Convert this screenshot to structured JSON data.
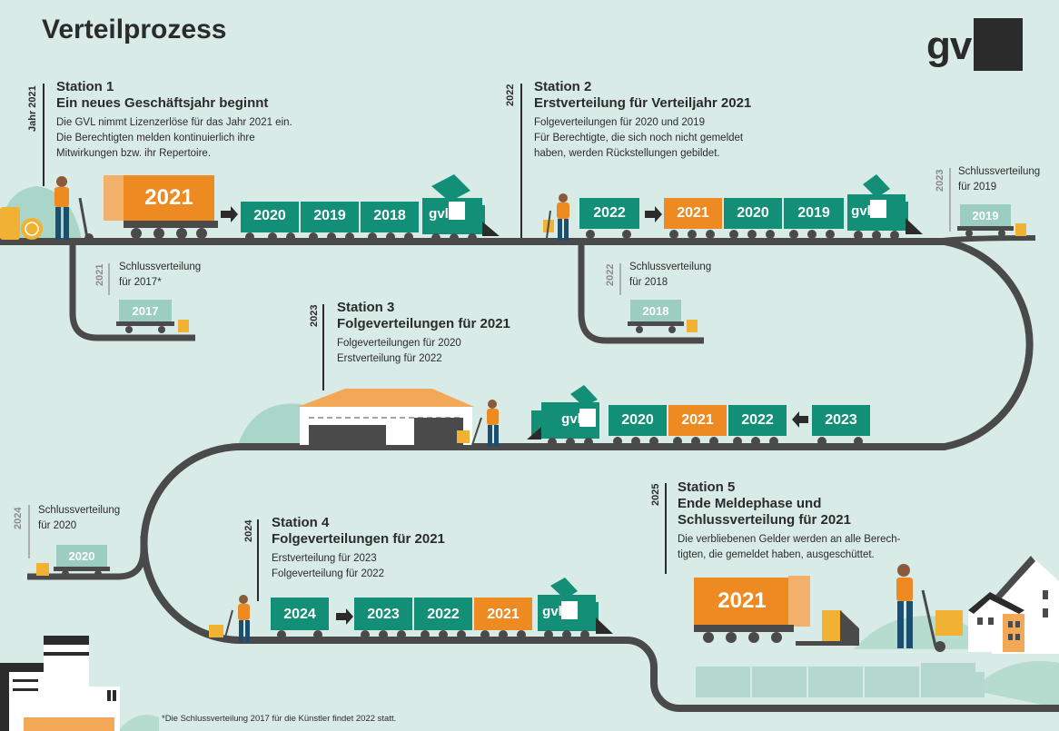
{
  "title": "Verteilprozess",
  "logo": "gvl",
  "footnote": "*Die Schlussverteilung 2017 für die Künstler findet 2022 statt.",
  "colors": {
    "background": "#d9ebe6",
    "track": "#4a4a4a",
    "wagon_green": "#138f78",
    "wagon_orange": "#ee8a22",
    "wagon_light": "#9bcdc0",
    "text": "#2b2b2b"
  },
  "stations": [
    {
      "year": "Jahr 2021",
      "label": "Station 1",
      "title": "Ein neues Geschäftsjahr beginnt",
      "lines": [
        "Die GVL nimmt Lizenzerlöse für das Jahr 2021 ein.",
        "Die Berechtigten melden kontinuierlich ihre",
        "Mitwirkungen bzw. ihr Repertoire."
      ]
    },
    {
      "year": "2022",
      "label": "Station 2",
      "title": "Erstverteilung für Verteiljahr 2021",
      "lines": [
        "Folgeverteilungen für 2020 und 2019",
        "Für Berechtigte, die sich noch nicht gemeldet",
        "haben, werden Rückstellungen gebildet."
      ]
    },
    {
      "year": "2023",
      "label": "Station 3",
      "title": "Folgeverteilungen für 2021",
      "lines": [
        "Folgeverteilungen für 2020",
        "Erstverteilung für 2022"
      ]
    },
    {
      "year": "2024",
      "label": "Station 4",
      "title": "Folgeverteilungen für 2021",
      "lines": [
        "Erstverteilung für 2023",
        "Folgeverteilung für 2022"
      ]
    },
    {
      "year": "2025",
      "label": "Station 5",
      "title": "Ende Meldephase und",
      "title2": "Schlussverteilung für 2021",
      "lines": [
        "Die verbliebenen Gelder werden an alle Berech-",
        "tigten, die gemeldet haben, ausgeschüttet."
      ]
    }
  ],
  "final_distributions": [
    {
      "year": "2021",
      "text1": "Schlussverteilung",
      "text2": "für 2017*",
      "wagon": "2017"
    },
    {
      "year": "2022",
      "text1": "Schlussverteilung",
      "text2": "für 2018",
      "wagon": "2018"
    },
    {
      "year": "2023",
      "text1": "Schlussverteilung",
      "text2": "für 2019",
      "wagon": "2019"
    },
    {
      "year": "2024",
      "text1": "Schlussverteilung",
      "text2": "für 2020",
      "wagon": "2020"
    }
  ],
  "trains": {
    "t1": {
      "cargo": "2021",
      "wagons": [
        "2020",
        "2019",
        "2018"
      ],
      "loco": "gvl"
    },
    "t2": {
      "loading": "2022",
      "wagons": [
        "2021",
        "2020",
        "2019"
      ],
      "loco": "gvl"
    },
    "t3": {
      "loco": "gvl",
      "wagons": [
        "2020",
        "2021",
        "2022"
      ],
      "loading": "2023"
    },
    "t4": {
      "loading": "2024",
      "wagons": [
        "2023",
        "2022",
        "2021"
      ],
      "loco": "gvl"
    },
    "t5": {
      "cargo": "2021"
    }
  }
}
